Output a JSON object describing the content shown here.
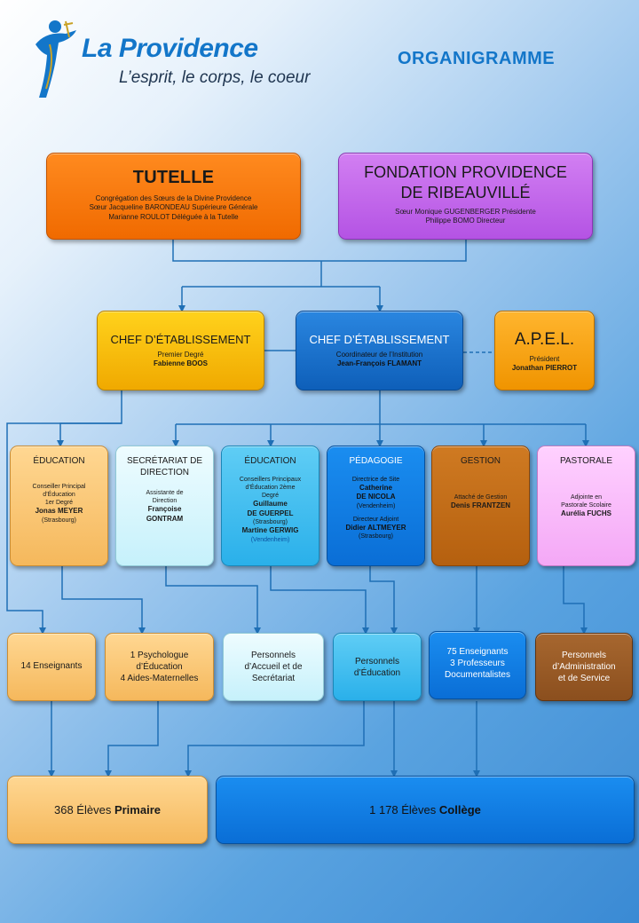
{
  "header": {
    "logo_title": "La Providence",
    "logo_tagline": "L’esprit, le corps, le coeur",
    "page_title": "ORGANIGRAMME"
  },
  "tutelle": {
    "title": "TUTELLE",
    "lines": [
      "Congrégation des Sœurs de la Divine Providence",
      "Sœur Jacqueline BARONDEAU Supérieure Générale",
      "Marianne ROULOT Déléguée à la Tutelle"
    ]
  },
  "fondation": {
    "title_1": "FONDATION PROVIDENCE",
    "title_2": "DE RIBEAUVILLÉ",
    "lines": [
      "Sœur Monique GUGENBERGER Présidente",
      "Philippe BOMO Directeur"
    ]
  },
  "chef_premier": {
    "title": "CHEF D’ÉTABLISSEMENT",
    "role": "Premier Degré",
    "name": "Fabienne BOOS"
  },
  "chef_coord": {
    "title": "CHEF D’ÉTABLISSEMENT",
    "role": "Coordinateur de l’Institution",
    "name": "Jean-François FLAMANT"
  },
  "apel": {
    "title": "A.P.E.L.",
    "role": "Président",
    "name": "Jonathan PIERROT"
  },
  "education_1": {
    "title": "ÉDUCATION",
    "role_1": "Conseiller Principal d’Éducation",
    "role_2": "1er Degré",
    "name": "Jonas MEYER",
    "place": "(Strasbourg)"
  },
  "secretariat": {
    "title_1": "SECRÉTARIAT DE",
    "title_2": "DIRECTION",
    "role_1": "Assistante de",
    "role_2": "Direction",
    "name_1": "Françoise",
    "name_2": "GONTRAM"
  },
  "education_2": {
    "title": "ÉDUCATION",
    "role_1": "Conseillers Principaux",
    "role_2": "d’Éducation 2ème",
    "role_3": "Degré",
    "name_1": "Guillaume",
    "name_2": "DE GUERPEL",
    "place_1": "(Strasbourg)",
    "name_3": "Martine GERWIG",
    "place_2": "(Vendenheim)"
  },
  "pedagogie": {
    "title": "PÉDAGOGIE",
    "role_1": "Directrice de Site",
    "name_1": "Catherine",
    "name_2": "DE NICOLA",
    "place_1": "(Vendenheim)",
    "role_2": "Directeur Adjoint",
    "name_3": "Didier ALTMEYER",
    "place_2": "(Strasbourg)"
  },
  "gestion": {
    "title": "GESTION",
    "role": "Attaché de Gestion",
    "name": "Denis FRANTZEN"
  },
  "pastorale": {
    "title": "PASTORALE",
    "role_1": "Adjointe en",
    "role_2": "Pastorale Scolaire",
    "name": "Aurélia FUCHS"
  },
  "staff": {
    "enseignants_14": "14 Enseignants",
    "psy_1": "1 Psychologue",
    "psy_2": "d’Éducation",
    "psy_3": "4 Aides-Maternelles",
    "accueil_1": "Personnels",
    "accueil_2": "d’Accueil et de",
    "accueil_3": "Secrétariat",
    "educ_1": "Personnels",
    "educ_2": "d’Éducation",
    "ens75_1": "75 Enseignants",
    "ens75_2": "3 Professeurs",
    "ens75_3": "Documentalistes",
    "admin_1": "Personnels",
    "admin_2": "d’Administration",
    "admin_3": "et de Service"
  },
  "eleves": {
    "primaire_count": "368 Élèves",
    "primaire_label": "Primaire",
    "college_count": "1 178 Élèves",
    "college_label": "Collège"
  },
  "colors": {
    "connector": "#1f6fb5",
    "brand_blue": "#1376c9"
  }
}
